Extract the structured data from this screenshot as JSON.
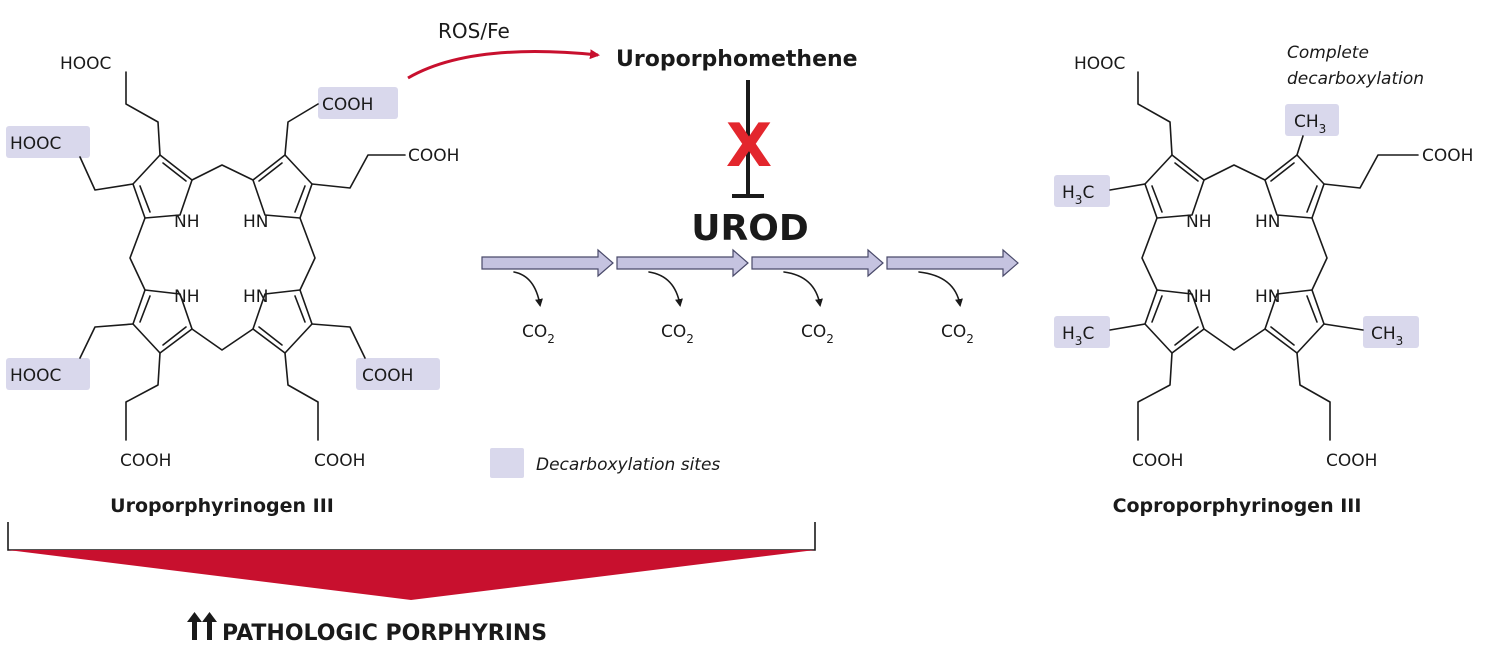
{
  "colors": {
    "site_highlight": "#d9d8ec",
    "arrow_fill": "#c5c3e0",
    "arrow_stroke": "#4a4a6a",
    "accent_red": "#c8102e",
    "ink": "#1a1a1a"
  },
  "top": {
    "trigger": "ROS/Fe",
    "product": "Uroporphomethene",
    "enzyme": "UROD",
    "block_mark": "X"
  },
  "co2": {
    "main": "CO",
    "sub": "2"
  },
  "legend": {
    "label": "Decarboxylation sites"
  },
  "left_molecule": {
    "name": "Uroporphyrinogen III",
    "groups": [
      "HOOC",
      "COOH",
      "COOH",
      "HOOC",
      "HOOC",
      "COOH",
      "COOH",
      "COOH"
    ],
    "nh": [
      "NH",
      "HN",
      "NH",
      "HN"
    ]
  },
  "right_molecule": {
    "name": "Coproporphyrinogen III",
    "note_line1": "Complete",
    "note_line2": "decarboxylation",
    "groups": [
      "HOOC",
      "COOH",
      "COOH",
      "COOH"
    ],
    "methyls": [
      {
        "main": "CH",
        "sub": "3"
      },
      {
        "pre": "H",
        "sub": "3",
        "post": "C"
      },
      {
        "pre": "H",
        "sub": "3",
        "post": "C"
      },
      {
        "main": "CH",
        "sub": "3"
      }
    ],
    "nh": [
      "NH",
      "HN",
      "NH",
      "HN"
    ]
  },
  "bottom": {
    "arrows_icon": "double-up-arrow-icon",
    "label": "PATHOLOGIC PORPHYRINS"
  }
}
